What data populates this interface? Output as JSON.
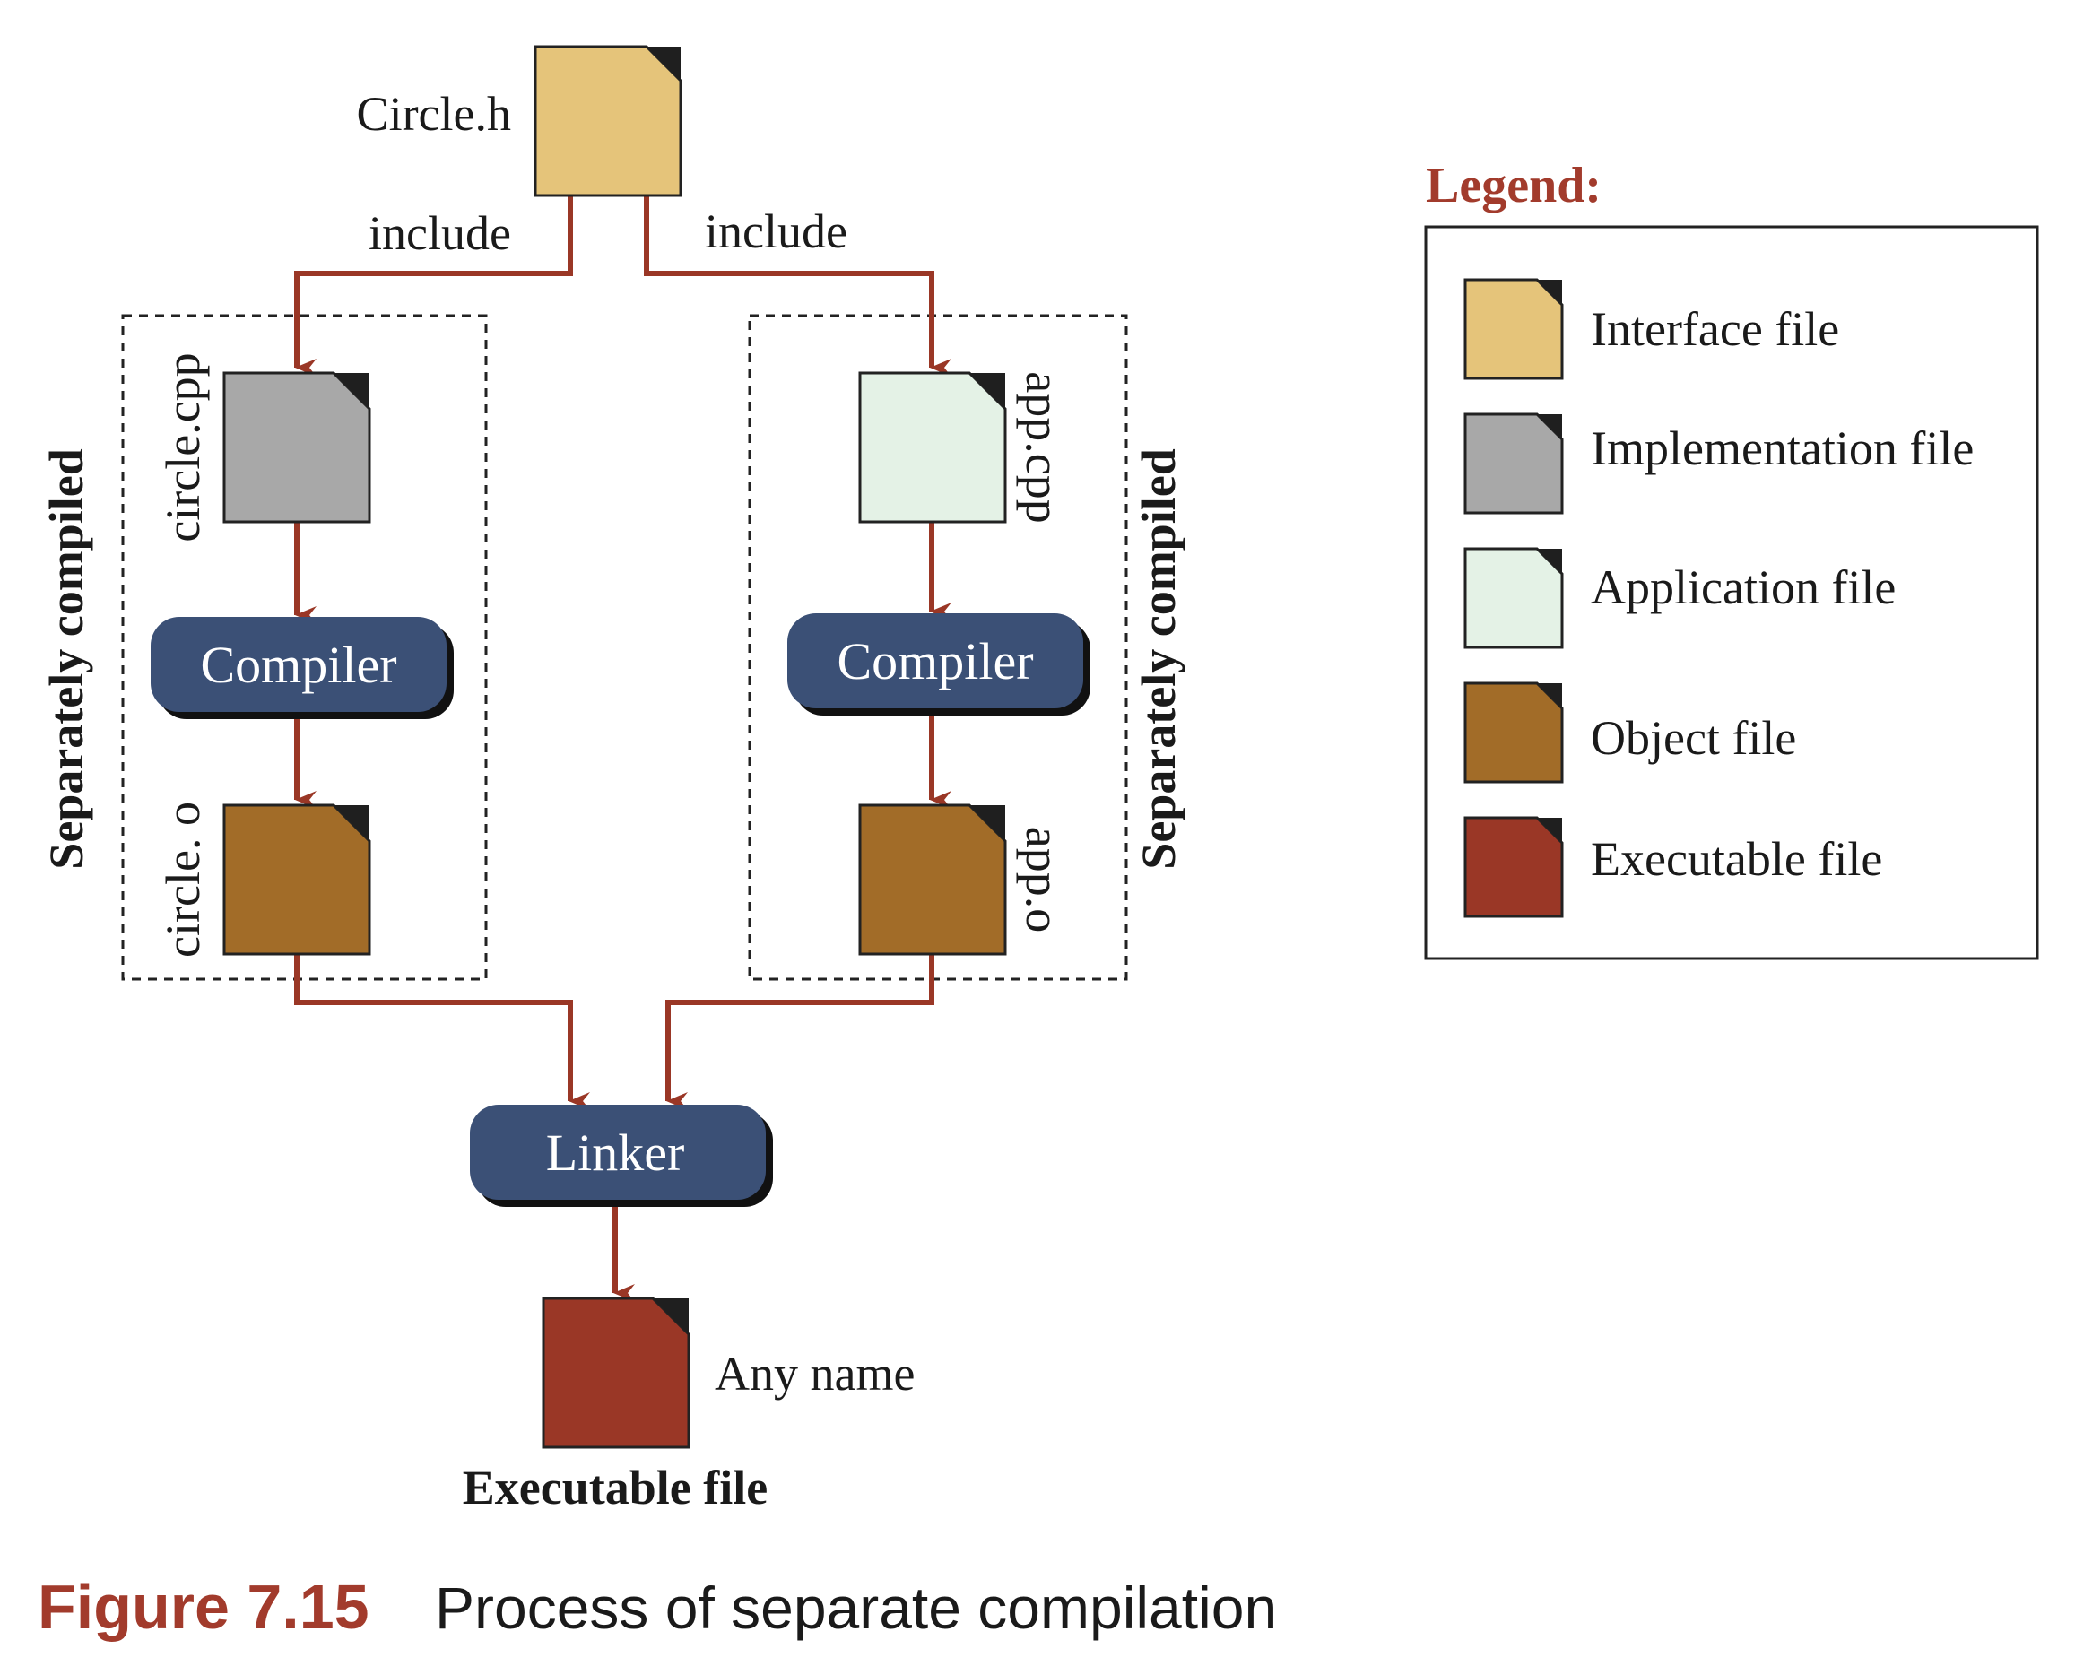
{
  "colors": {
    "interface": "#E5C47A",
    "implementation": "#A8A8A8",
    "application": "#E4F2E6",
    "object": "#A26C28",
    "executable": "#9A3726",
    "arrow": "#9A3726",
    "button": "#3B5076",
    "accent": "#A23B2C"
  },
  "files": {
    "circle_h": "Circle.h",
    "circle_cpp": "circle.cpp",
    "circle_o": "circle. o",
    "app_cpp": "app.cpp",
    "app_o": "app.o",
    "any_name": "Any name",
    "executable_label": "Executable file"
  },
  "edges": {
    "include_left": "include",
    "include_right": "include"
  },
  "groups": {
    "left_label": "Separately compiled",
    "right_label": "Separately compiled"
  },
  "buttons": {
    "compiler_left": "Compiler",
    "compiler_right": "Compiler",
    "linker": "Linker"
  },
  "legend": {
    "title": "Legend:",
    "items": [
      {
        "label": "Interface file",
        "color_key": "interface"
      },
      {
        "label": "Implementation file",
        "color_key": "implementation"
      },
      {
        "label": "Application file",
        "color_key": "application"
      },
      {
        "label": "Object file",
        "color_key": "object"
      },
      {
        "label": "Executable file",
        "color_key": "executable"
      }
    ]
  },
  "caption": {
    "number": "Figure 7.15",
    "text": "Process of separate compilation"
  }
}
